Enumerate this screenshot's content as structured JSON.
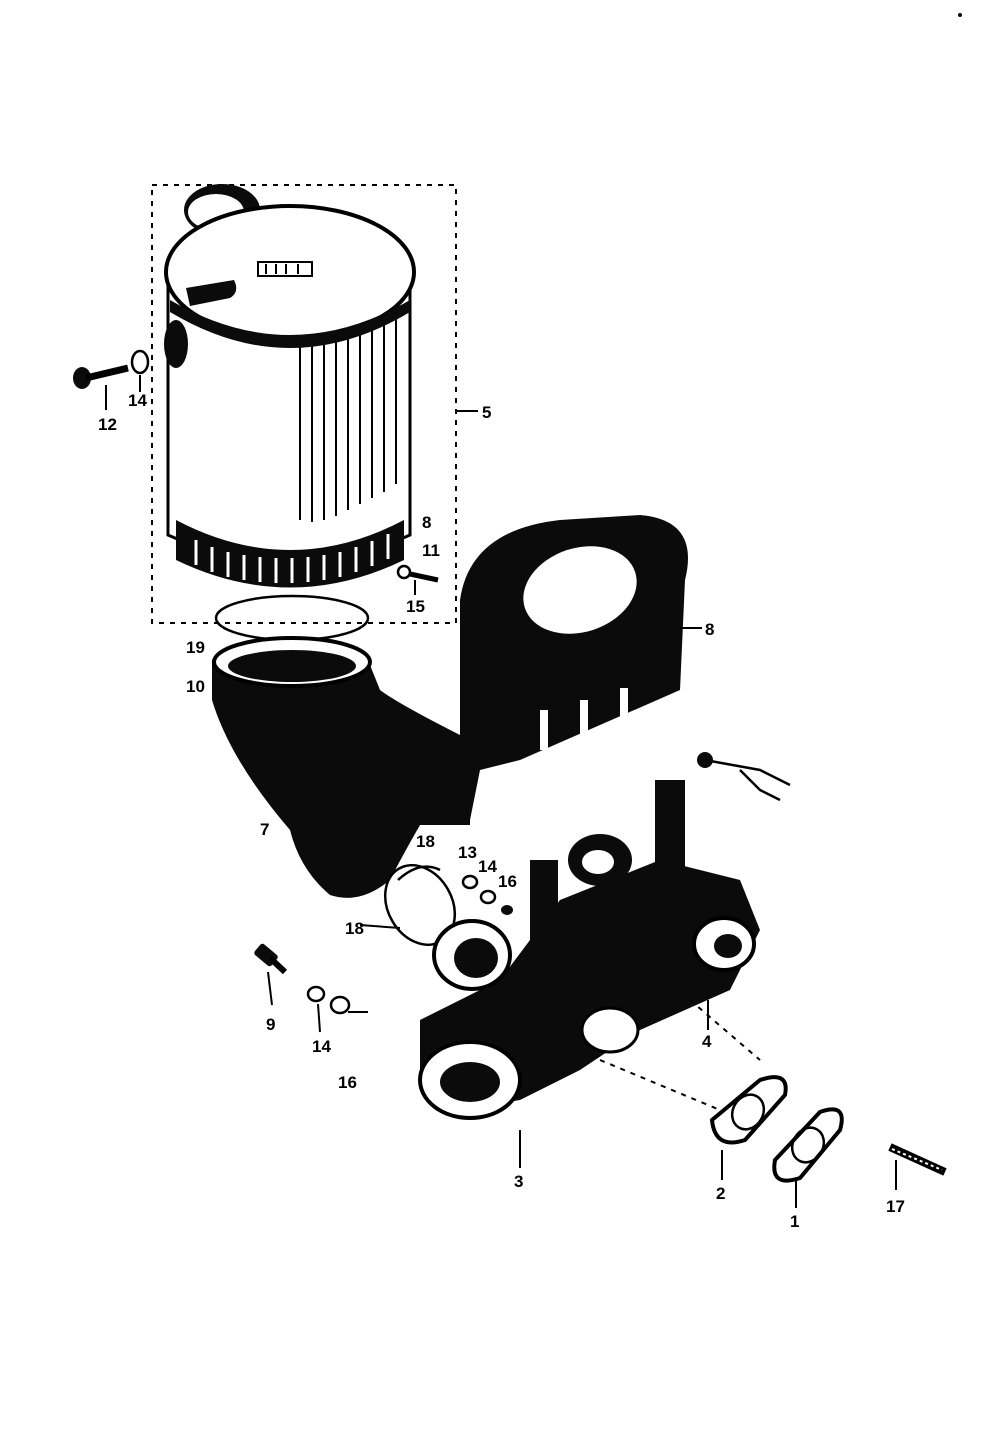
{
  "diagram": {
    "colors": {
      "ink": "#000000",
      "paper": "#ffffff"
    },
    "callouts": [
      {
        "id": "c5",
        "text": "5"
      },
      {
        "id": "c12",
        "text": "12"
      },
      {
        "id": "c14a",
        "text": "14"
      },
      {
        "id": "c8a",
        "text": "8"
      },
      {
        "id": "c11",
        "text": "11"
      },
      {
        "id": "c15",
        "text": "15"
      },
      {
        "id": "c8b",
        "text": "8"
      },
      {
        "id": "c19",
        "text": "19"
      },
      {
        "id": "c10",
        "text": "10"
      },
      {
        "id": "c7",
        "text": "7"
      },
      {
        "id": "c18a",
        "text": "18"
      },
      {
        "id": "c13",
        "text": "13"
      },
      {
        "id": "c14b",
        "text": "14"
      },
      {
        "id": "c16a",
        "text": "16"
      },
      {
        "id": "c18b",
        "text": "18"
      },
      {
        "id": "c9",
        "text": "9"
      },
      {
        "id": "c14c",
        "text": "14"
      },
      {
        "id": "c16b",
        "text": "16"
      },
      {
        "id": "c4",
        "text": "4"
      },
      {
        "id": "c3",
        "text": "3"
      },
      {
        "id": "c2",
        "text": "2"
      },
      {
        "id": "c1",
        "text": "1"
      },
      {
        "id": "c17",
        "text": "17"
      }
    ]
  }
}
